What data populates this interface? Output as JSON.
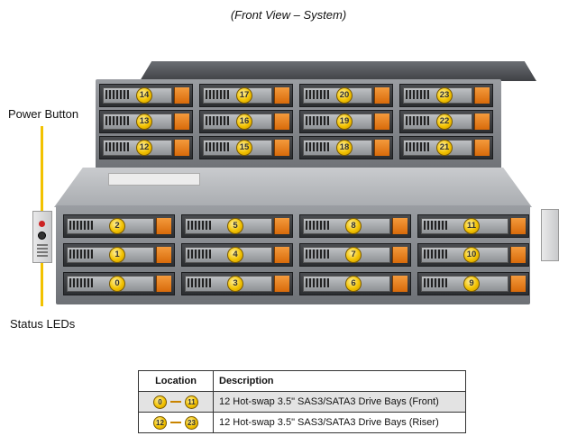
{
  "title": "(Front View – System)",
  "callouts": {
    "power_button": "Power Button",
    "status_leds": "Status LEDs"
  },
  "riser_bays": [
    "14",
    "17",
    "20",
    "23",
    "13",
    "16",
    "19",
    "22",
    "12",
    "15",
    "18",
    "21"
  ],
  "front_bays": [
    "2",
    "5",
    "8",
    "11",
    "1",
    "4",
    "7",
    "10",
    "0",
    "3",
    "6",
    "9"
  ],
  "table": {
    "headers": [
      "Location",
      "Description"
    ],
    "rows": [
      {
        "from": "0",
        "to": "11",
        "description": "12 Hot-swap  3.5\" SAS3/SATA3 Drive  Bays (Front)"
      },
      {
        "from": "12",
        "to": "23",
        "description": "12 Hot-swap  3.5\" SAS3/SATA3 Drive  Bays (Riser)"
      }
    ]
  },
  "colors": {
    "latch": "#e8821e",
    "badge": "#f2c200",
    "chassis": "#7a7d82"
  }
}
